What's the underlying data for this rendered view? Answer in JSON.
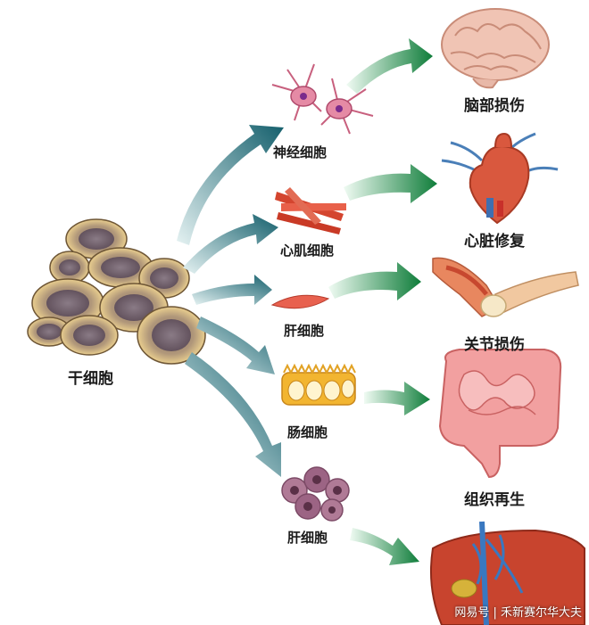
{
  "stem_cell": {
    "label": "干细胞"
  },
  "cells": [
    {
      "label": "神经细胞"
    },
    {
      "label": "心肌细胞"
    },
    {
      "label": "肝细胞"
    },
    {
      "label": "肠细胞"
    },
    {
      "label": "肝细胞"
    }
  ],
  "outcomes": [
    {
      "label": "脑部损伤"
    },
    {
      "label": "心脏修复"
    },
    {
      "label": "关节损伤"
    },
    {
      "label": "组织再生"
    }
  ],
  "watermark": {
    "platform": "网易号",
    "author": "禾新赛尔华大夫"
  },
  "colors": {
    "arrow_teal": "#1f7f86",
    "arrow_green": "#1a9a4a"
  }
}
